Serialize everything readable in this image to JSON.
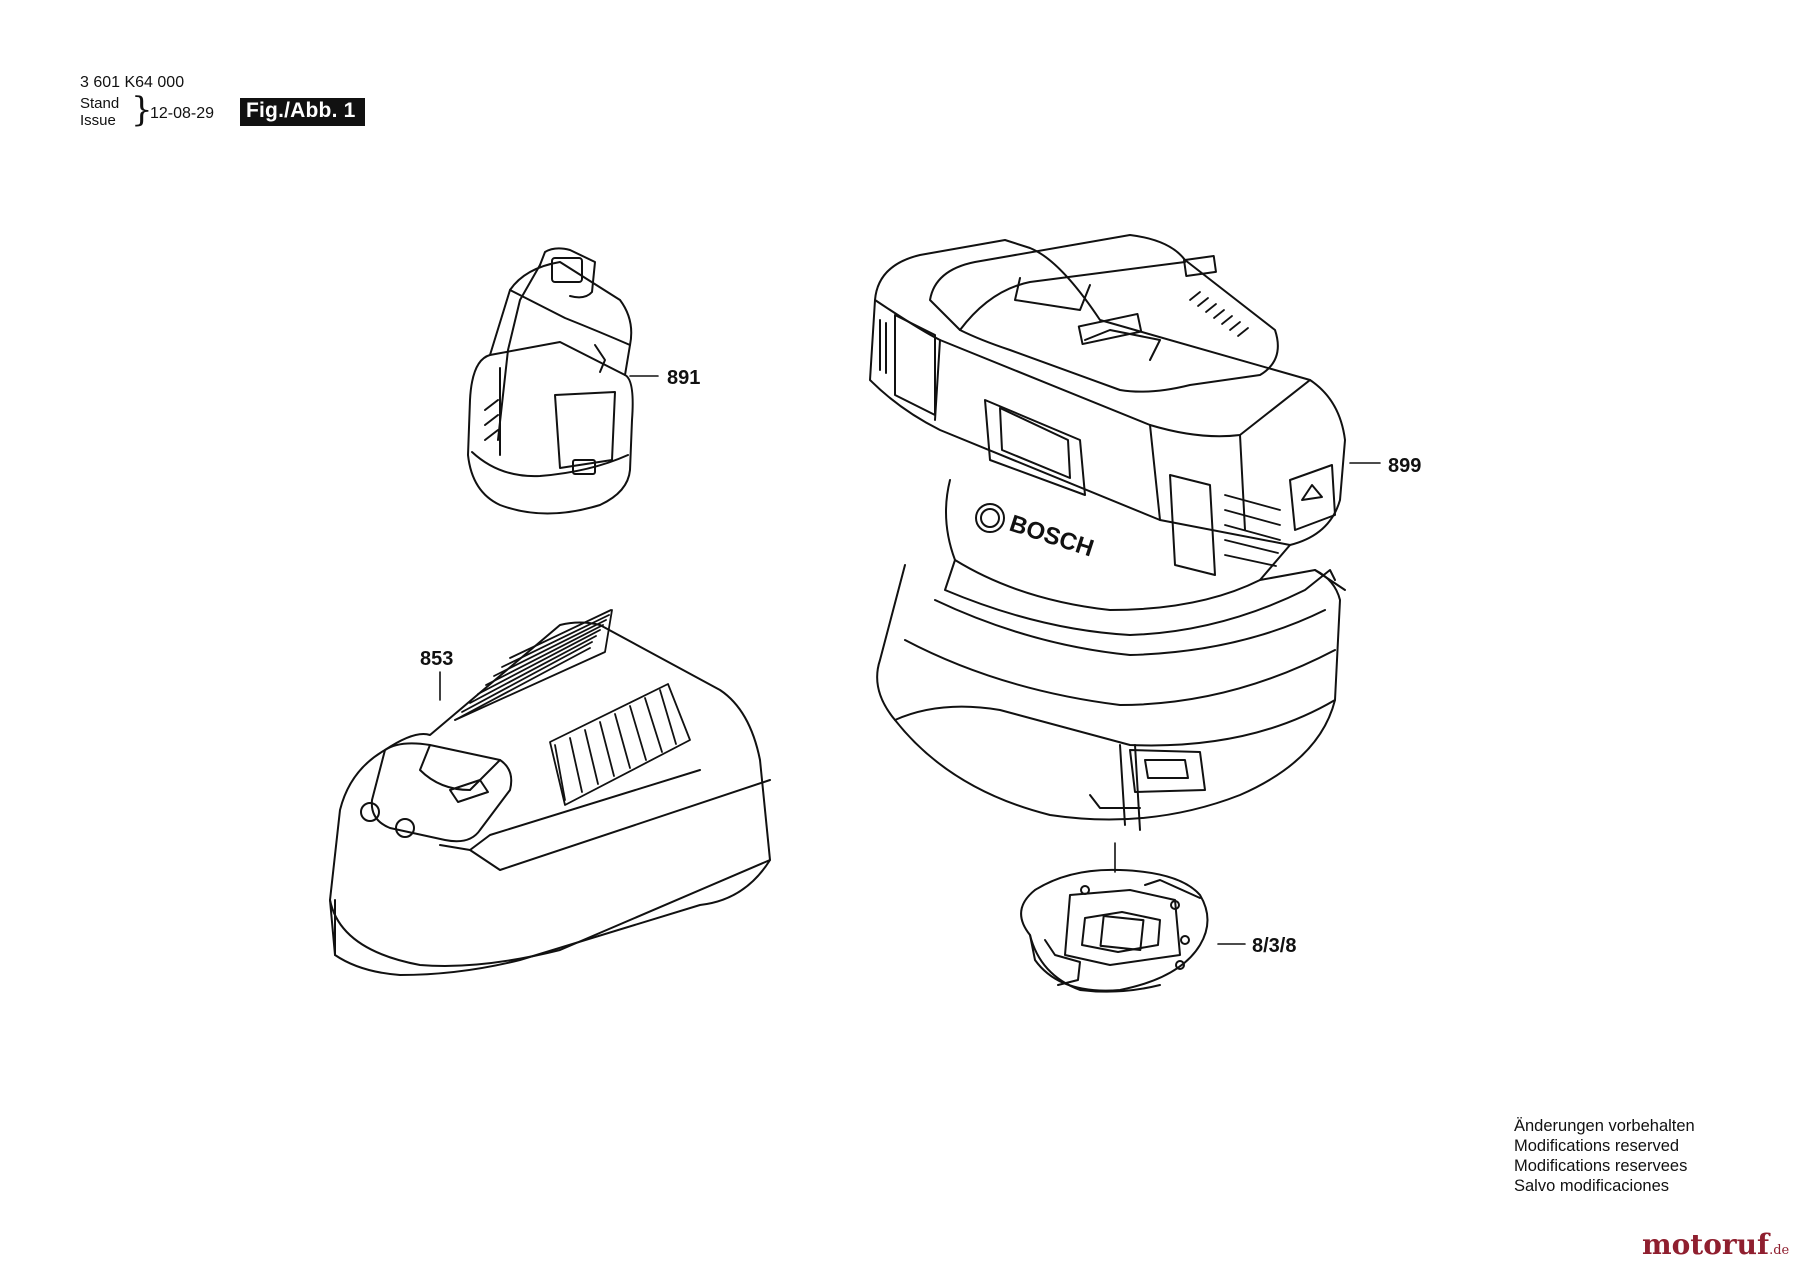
{
  "header": {
    "part_number": "3 601 K64 000",
    "stand_label": "Stand",
    "issue_label": "Issue",
    "brace": "}",
    "date": "12-08-29",
    "figure_label": "Fig./Abb. 1"
  },
  "callouts": {
    "battery": "891",
    "laser": "899",
    "charger": "853",
    "base_plate": "8/3/8"
  },
  "product_logo": "BOSCH",
  "notes": [
    "Änderungen vorbehalten",
    "Modifications reserved",
    "Modifications reservees",
    "Salvo modificaciones"
  ],
  "watermark": {
    "text": "motoruf",
    "suffix": ".de",
    "color": "#8f1f2f"
  }
}
